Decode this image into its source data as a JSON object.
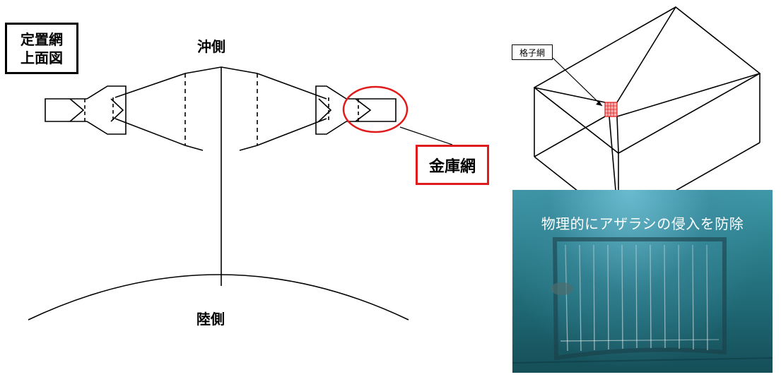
{
  "title_box": {
    "line1": "定置網",
    "line2": "上面図"
  },
  "labels": {
    "offshore": "沖側",
    "land": "陸側",
    "kinko": "金庫網",
    "koshi": "格子網"
  },
  "photo": {
    "caption": "物理的にアザラシの侵入を防除"
  },
  "colors": {
    "highlight_red": "#e11b1b",
    "grid_red": "#f08080",
    "water": "#2b7d8a"
  }
}
